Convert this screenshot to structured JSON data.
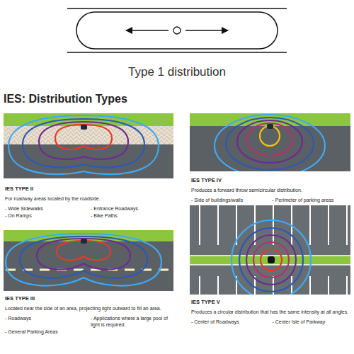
{
  "diagram": {
    "title": "IES: Distribution Types",
    "nodes": [
      {
        "text": [
          "IES TYPE II",
          "For roadway areas located by the roadside.",
          "- Wide Sidewalks",
          "- Entrance Roadways",
          "- On Ramps",
          "- Bike Paths"
        ]
      },
      {
        "text": [
          "IES TYPE IV",
          "Produces a forward throw semicircular distribution.",
          "- Side of buildings/walls",
          "- Perimeter of parking areas"
        ]
      },
      {
        "text": [
          "IES TYPE III",
          "Located near the side of an area, projecting light outward to fill an area.",
          "- Roadways",
          "- Applications where a large pool of light is required.",
          "- General Parking Areas"
        ]
      },
      {
        "text": [
          "IES TYPE V",
          "Produces a circular distribution that has the same intensity at all angles.",
          "- Center of Roadways",
          "- Center Isle of Parkway"
        ]
      }
    ],
    "labels": [
      "Type 1 distribution"
    ]
  }
}
